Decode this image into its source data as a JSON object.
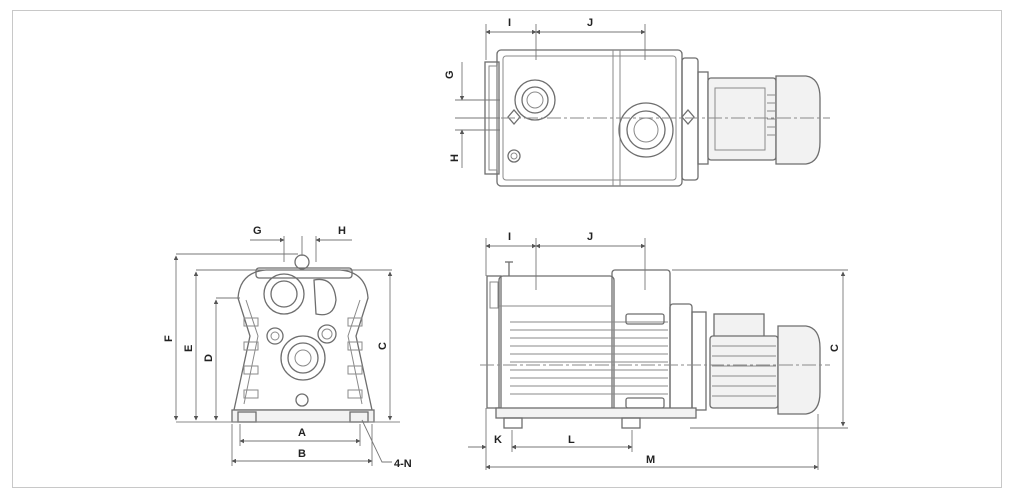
{
  "labels": {
    "top_i": "I",
    "top_j": "J",
    "top_g": "G",
    "top_h": "H",
    "front_g": "G",
    "front_h": "H",
    "front_f": "F",
    "front_e": "E",
    "front_d": "D",
    "front_c": "C",
    "front_a": "A",
    "front_b": "B",
    "front_4n": "4-N",
    "side_i": "I",
    "side_j": "J",
    "side_c": "C",
    "side_k": "K",
    "side_l": "L",
    "side_m": "M"
  },
  "colors": {
    "line": "#6e6e6e",
    "text": "#222222",
    "border": "#c8c8c8"
  }
}
